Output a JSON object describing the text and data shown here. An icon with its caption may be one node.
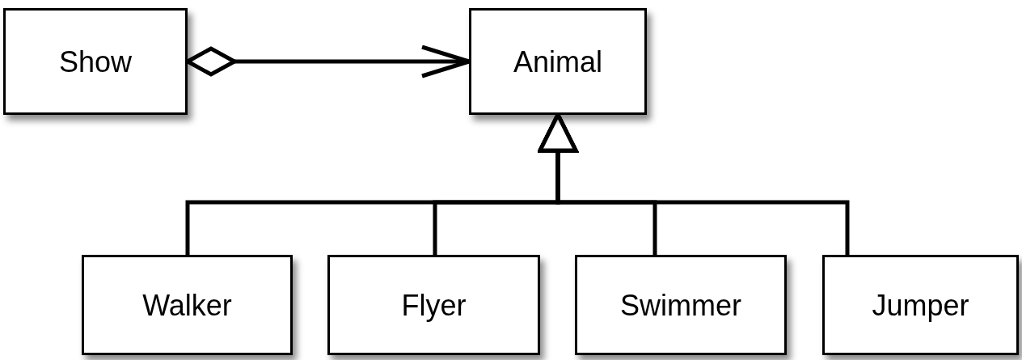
{
  "diagram": {
    "nodes": [
      {
        "text": [
          "Show"
        ]
      },
      {
        "text": [
          "Animal"
        ]
      },
      {
        "text": [
          "Walker"
        ]
      },
      {
        "text": [
          "Flyer"
        ]
      },
      {
        "text": [
          "Swimmer"
        ]
      },
      {
        "text": [
          "Jumper"
        ]
      }
    ],
    "edges": [
      {
        "from": 0,
        "to": 1,
        "arrow": "to"
      },
      {
        "from": 2,
        "to": 1,
        "arrow": "to"
      },
      {
        "from": 3,
        "to": 1,
        "arrow": "to"
      },
      {
        "from": 4,
        "to": 1,
        "arrow": "to"
      },
      {
        "from": 5,
        "to": 1,
        "arrow": "to"
      }
    ]
  }
}
